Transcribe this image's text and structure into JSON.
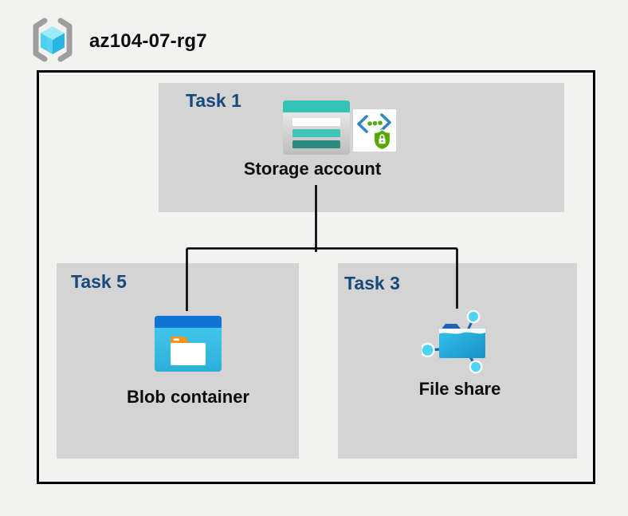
{
  "resource_group": {
    "name": "az104-07-rg7",
    "icon": "resource-group-icon"
  },
  "tasks": [
    {
      "label": "Task 1",
      "resource": "Storage account",
      "icons": [
        "storage-account-icon",
        "secure-access-icon"
      ]
    },
    {
      "label": "Task 5",
      "resource": "Blob container",
      "icons": [
        "blob-container-icon"
      ]
    },
    {
      "label": "Task 3",
      "resource": "File share",
      "icons": [
        "file-share-icon"
      ]
    }
  ],
  "connections": [
    {
      "from": "Storage account",
      "to": "Blob container"
    },
    {
      "from": "Storage account",
      "to": "File share"
    }
  ],
  "colors": {
    "page_bg": "#f2f2f1",
    "task_box_bg": "#d4d4d4",
    "task_label_text": "#17497b",
    "title_text": "#0d0d0d",
    "outer_border": "#000000",
    "connector": "#000000",
    "storage_teal": "#33c2b3",
    "storage_teal_dark": "#2a8c80",
    "blob_blue_bar": "#1173d4",
    "blob_body_blue": "#3cc3ec",
    "folder_tab_orange": "#f79420",
    "file_share_blue": "#2bb7e6",
    "node_cyan": "#4ed2f5",
    "shield_green": "#58a700",
    "chevron_blue": "#2e86c8",
    "cube_cyan": "#4ccfef",
    "bracket_gray": "#9e9e9e"
  }
}
